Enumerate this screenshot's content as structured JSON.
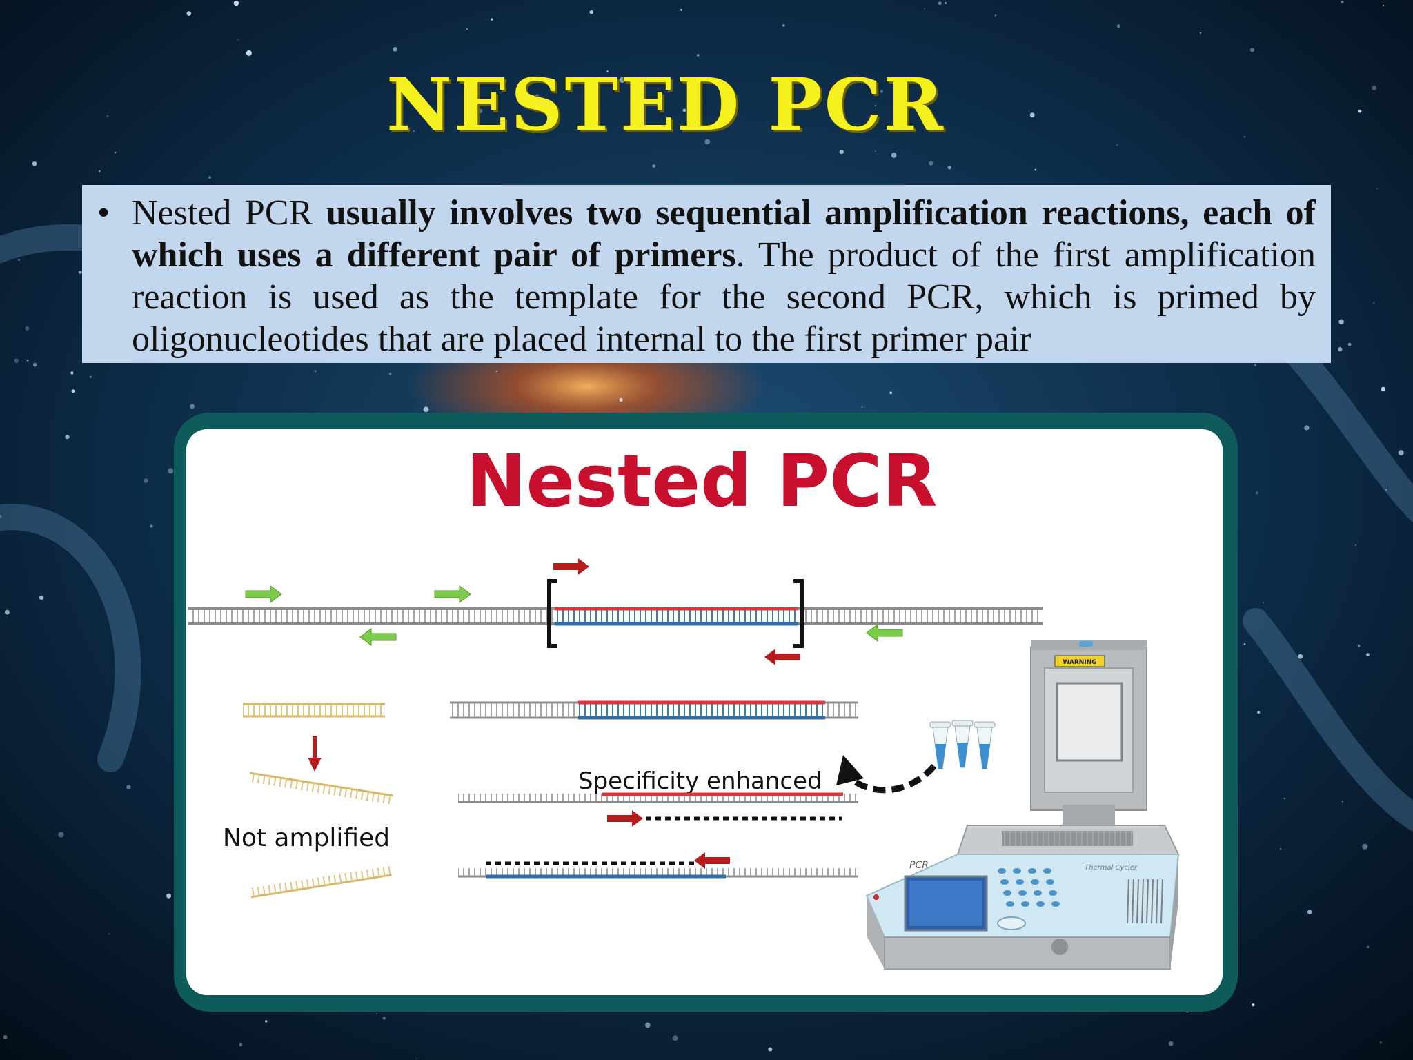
{
  "slide": {
    "title": "NESTED PCR",
    "bullet": "•",
    "paragraph": {
      "part1": "Nested PCR ",
      "part2_bold": "usually involves two sequential amplification reactions, each of which uses a different pair of primers",
      "part3": ". The product of the first amplification reaction is used as the template for the second PCR, which is primed by oligonucleotides that are placed internal to the first primer pair"
    }
  },
  "diagram": {
    "heading": "Nested PCR",
    "label_not_amplified": "Not amplified",
    "label_specificity": "Specificity enhanced",
    "machine_brand": "PCR",
    "machine_model": "Thermal Cycler",
    "warning_label": "WARNING",
    "colors": {
      "heading_red": "#c8102e",
      "outer_primer_green": "#7ccb4a",
      "inner_primer_red": "#b51e1e",
      "strand_red": "#d63a3a",
      "strand_blue": "#2e6ea8",
      "strand_gray": "#9a9a9a",
      "strand_tan": "#e7cf8e",
      "frame_teal": "#0f5b5b",
      "text_box_blue": "#c2d7ee",
      "title_yellow": "#f4f11e"
    }
  }
}
